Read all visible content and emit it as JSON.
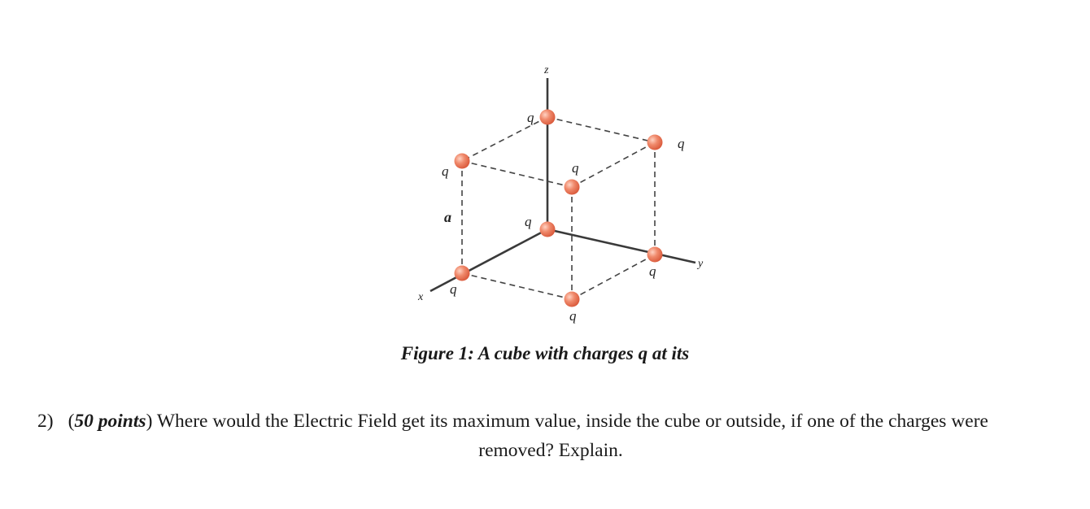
{
  "figure": {
    "charge_label": "q",
    "edge_label": "a",
    "axis_x": "x",
    "axis_y": "y",
    "axis_z": "z",
    "caption": "Figure 1: A cube with charges q at its"
  },
  "problem": {
    "number": "2)",
    "open_paren": "(",
    "points": "50 points",
    "close_paren": ")",
    "text_line1": " Where would the Electric Field get its maximum value, inside the cube or outside, if one of the charges were",
    "text_line2": "removed? Explain."
  },
  "colors": {
    "charge": "#f08a6c",
    "line": "#3a3a3a"
  }
}
